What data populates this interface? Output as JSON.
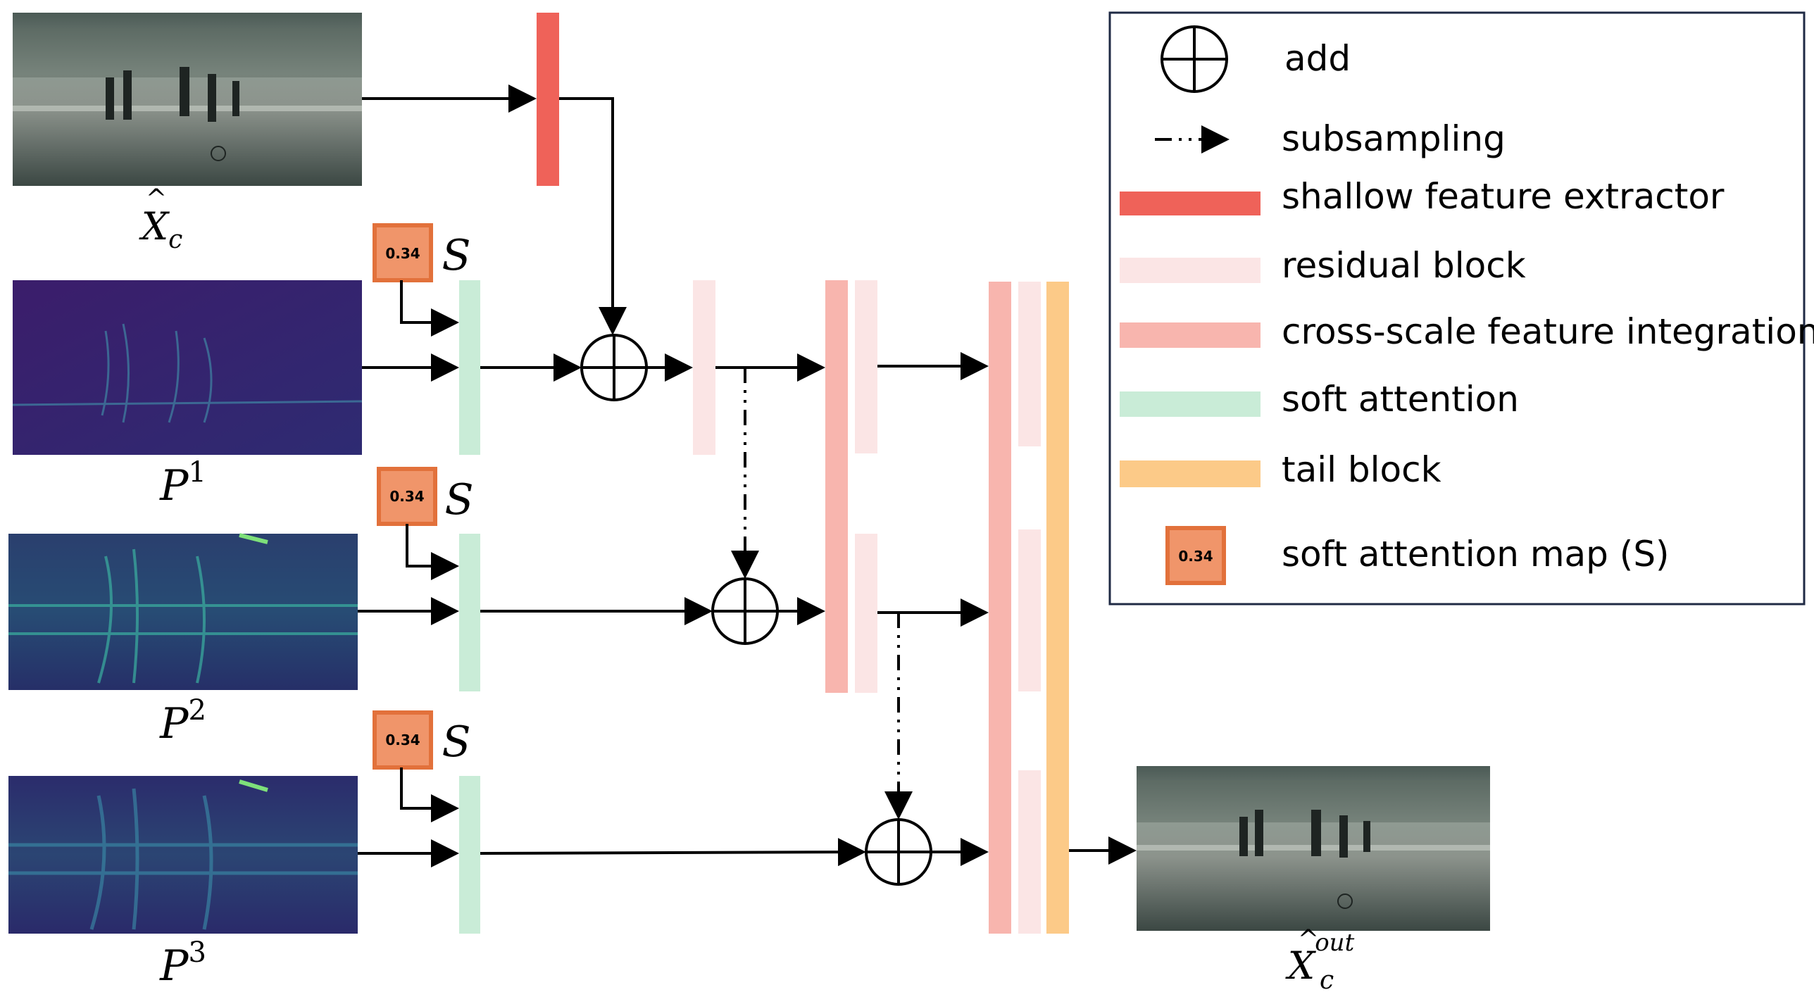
{
  "inputs": {
    "xc": {
      "base": "X",
      "sub": "c"
    },
    "p1": {
      "base": "P",
      "sup": "1"
    },
    "p2": {
      "base": "P",
      "sup": "2"
    },
    "p3": {
      "base": "P",
      "sup": "3"
    }
  },
  "output": {
    "base": "X",
    "sub": "c",
    "sup": "out"
  },
  "soft_attention": {
    "value": "0.34",
    "symbol": "S"
  },
  "legend": {
    "add": "add",
    "subsampling": "subsampling",
    "shallow": "shallow feature extractor",
    "residual": "residual block",
    "cross_scale": "cross-scale feature integration",
    "soft_attention": "soft attention",
    "tail": "tail block",
    "soft_map": "soft attention map (S)",
    "soft_map_value": "0.34"
  },
  "colors": {
    "shallow": "#ef6259",
    "residual": "#fbe5e5",
    "cross_scale": "#f8b5ae",
    "soft_attention": "#c9ecd7",
    "tail": "#fcca88",
    "attention_map_fill": "#f0956a",
    "attention_map_border": "#e2713b",
    "legend_border": "#1f2a44"
  },
  "icons": [
    "plus-circle-icon",
    "dash-dot-arrow-icon",
    "image-thumbnail"
  ]
}
